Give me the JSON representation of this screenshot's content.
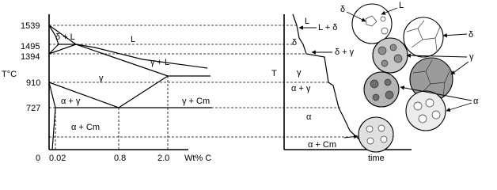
{
  "phase_diagram": {
    "y_axis_label": "T°C",
    "temperature_ticks": [
      "1539",
      "1495",
      "1394",
      "910",
      "727"
    ],
    "x_ticks": [
      "0",
      "0.02",
      "0.8",
      "2.0"
    ],
    "x_axis_label": "Wt% C",
    "regions": {
      "delta_plus_liquid": "δ + L",
      "liquid": "L",
      "gamma_plus_liquid": "γ + L",
      "gamma": "γ",
      "alpha_plus_gamma": "α + γ",
      "gamma_plus_cementite": "γ + Cm",
      "alpha_plus_cementite": "α + Cm"
    }
  },
  "cooling_curve": {
    "y_axis_label": "T",
    "x_axis_label": "time",
    "stages": {
      "liquid": "L",
      "liquid_plus_delta": "L + δ",
      "delta": "δ",
      "delta_plus_gamma": "δ + γ",
      "gamma": "γ",
      "alpha_plus_gamma": "α + γ",
      "alpha": "α",
      "alpha_plus_cementite": "α + Cm"
    }
  },
  "microstructures": {
    "delta_label": "δ",
    "liquid_label": "L",
    "delta_grains_label": "δ",
    "gamma_label": "γ",
    "alpha_label": "α"
  }
}
